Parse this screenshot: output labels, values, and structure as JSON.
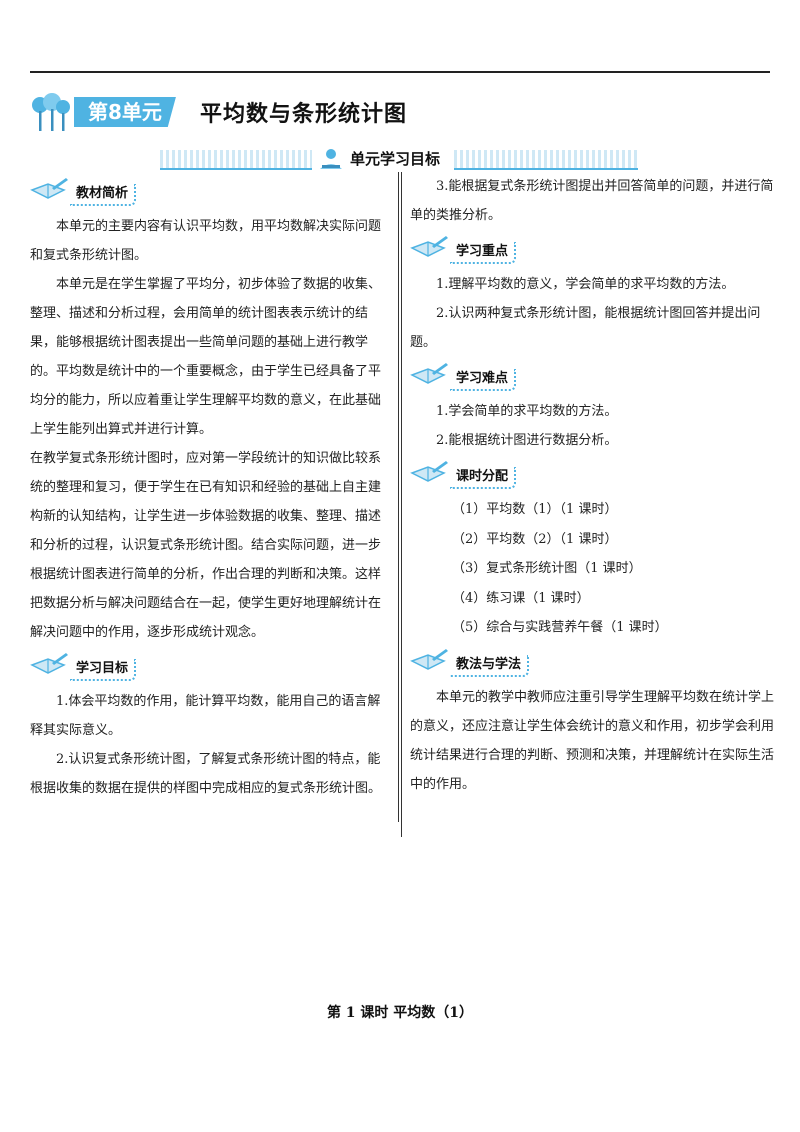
{
  "header": {
    "unit_badge": "第8单元",
    "unit_title": "平均数与条形统计图",
    "subtitle": "单元学习目标"
  },
  "left": {
    "intro": {
      "heading": "教材简析",
      "p1": "本单元的主要内容有认识平均数，用平均数解决实际问题和复式条形统计图。",
      "p2": "本单元是在学生掌握了平均分，初步体验了数据的收集、整理、描述和分析过程，会用简单的统计图表表示统计的结果，能够根据统计图表提出一些简单问题的基础上进行教学的。平均数是统计中的一个重要概念，由于学生已经具备了平均分的能力，所以应着重让学生理解平均数的意义，在此基础上学生能列出算式并进行计算。",
      "p3": "在教学复式条形统计图时，应对第一学段统计的知识做比较系统的整理和复习，便于学生在已有知识和经验的基础上自主建构新的认知结构，让学生进一步体验数据的收集、整理、描述和分析的过程，认识复式条形统计图。结合实际问题，进一步根据统计图表进行简单的分析，作出合理的判断和决策。这样把数据分析与解决问题结合在一起，使学生更好地理解统计在解决问题中的作用，逐步形成统计观念。"
    },
    "goals": {
      "heading": "学习目标",
      "g1": "1.体会平均数的作用，能计算平均数，能用自己的语言解释其实际意义。",
      "g2": "2.认识复式条形统计图，了解复式条形统计图的特点，能根据收集的数据在提供的样图中完成相应的复式条形统计图。"
    }
  },
  "right": {
    "g3": "3.能根据复式条形统计图提出并回答简单的问题，并进行简单的类推分析。",
    "key": {
      "heading": "学习重点",
      "k1": "1.理解平均数的意义，学会简单的求平均数的方法。",
      "k2": "2.认识两种复式条形统计图，能根据统计图回答并提出问题。"
    },
    "difficult": {
      "heading": "学习难点",
      "d1": "1.学会简单的求平均数的方法。",
      "d2": "2.能根据统计图进行数据分析。"
    },
    "schedule": {
      "heading": "课时分配",
      "items": [
        "（1）平均数（1）（1 课时）",
        "（2）平均数（2）（1 课时）",
        "（3）复式条形统计图（1 课时）",
        "（4）练习课（1 课时）",
        "（5）综合与实践营养午餐（1 课时）"
      ]
    },
    "method": {
      "heading": "教法与学法",
      "p": "本单元的教学中教师应注重引导学生理解平均数在统计学上的意义，还应注意让学生体会统计的意义和作用，初步学会利用统计结果进行合理的判断、预测和决策，并理解统计在实际生活中的作用。"
    }
  },
  "footer": {
    "lesson_title": "第 1 课时  平均数（1）"
  }
}
